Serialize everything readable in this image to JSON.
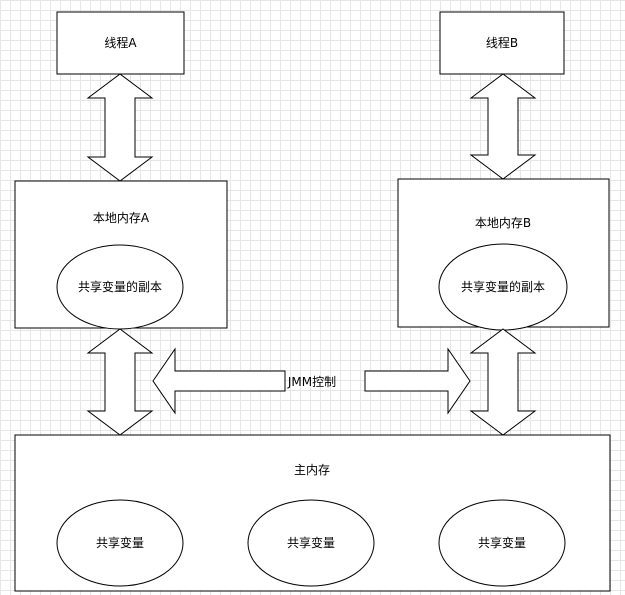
{
  "diagram": {
    "thread_a": "线程A",
    "thread_b": "线程B",
    "local_memory_a": "本地内存A",
    "local_memory_b": "本地内存B",
    "copy_a": "共享变量的副本",
    "copy_b": "共享变量的副本",
    "jmm_label": "JMM控制",
    "main_memory": "主内存",
    "shared_vars": [
      "共享变量",
      "共享变量",
      "共享变量"
    ]
  }
}
